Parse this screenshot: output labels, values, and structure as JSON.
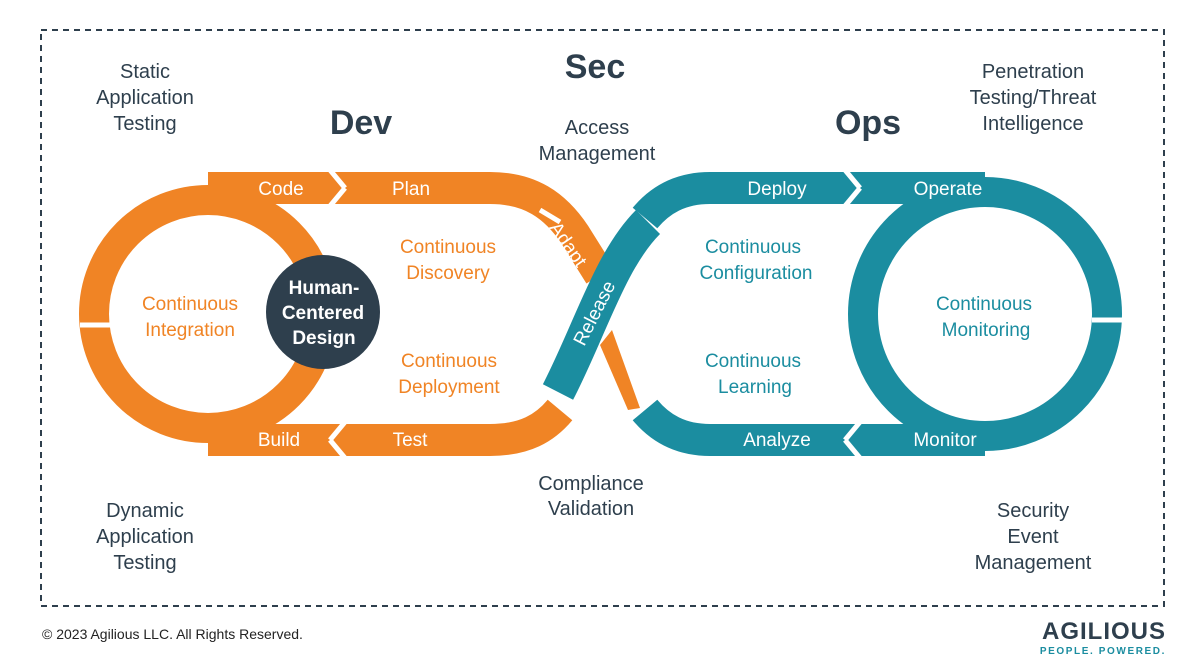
{
  "colors": {
    "orange": "#f08425",
    "teal": "#1b8da0",
    "navy": "#2e3f4d"
  },
  "headings": {
    "sec": "Sec",
    "dev": "Dev",
    "ops": "Ops"
  },
  "corners": {
    "top_left": [
      "Static",
      "Application",
      "Testing"
    ],
    "top_right": [
      "Penetration",
      "Testing/Threat",
      "Intelligence"
    ],
    "bottom_left": [
      "Dynamic",
      "Application",
      "Testing"
    ],
    "bottom_right": [
      "Security",
      "Event",
      "Management"
    ],
    "top_center": [
      "Access",
      "Management"
    ],
    "bottom_center": [
      "Compliance",
      "Validation"
    ]
  },
  "stages": {
    "code": "Code",
    "plan": "Plan",
    "adapt": "Adapt",
    "release": "Release",
    "deploy": "Deploy",
    "operate": "Operate",
    "build": "Build",
    "test": "Test",
    "analyze": "Analyze",
    "monitor": "Monitor"
  },
  "continuous": {
    "integration": [
      "Continuous",
      "Integration"
    ],
    "discovery": [
      "Continuous",
      "Discovery"
    ],
    "deployment": [
      "Continuous",
      "Deployment"
    ],
    "configuration": [
      "Continuous",
      "Configuration"
    ],
    "learning": [
      "Continuous",
      "Learning"
    ],
    "monitoring": [
      "Continuous",
      "Monitoring"
    ]
  },
  "center": [
    "Human-",
    "Centered",
    "Design"
  ],
  "footer": "© 2023 Agilious LLC. All Rights Reserved.",
  "logo": {
    "name": "AGILIOUS",
    "tagline": "PEOPLE. POWERED."
  }
}
